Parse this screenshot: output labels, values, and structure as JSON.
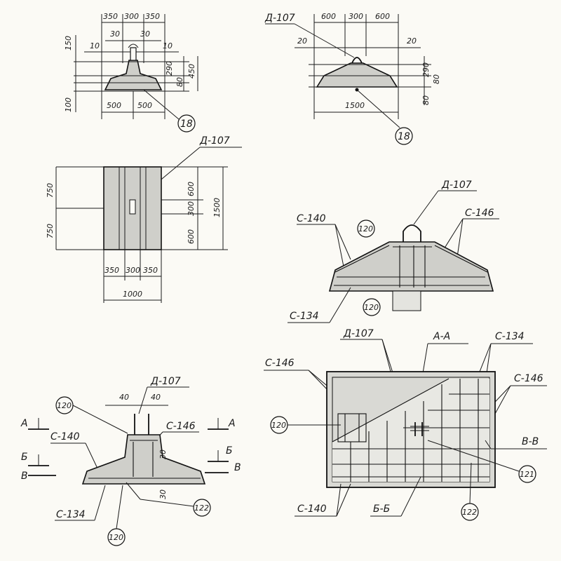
{
  "view1": {
    "dims_top": [
      "350",
      "300",
      "350"
    ],
    "dims_30": [
      "30",
      "30"
    ],
    "dims_10": [
      "10",
      "10"
    ],
    "dims_left": [
      "150",
      "100"
    ],
    "dims_right": [
      "290",
      "80",
      "450"
    ],
    "dims_bottom": [
      "500",
      "500"
    ],
    "callout": "18"
  },
  "view2": {
    "tag": "Д-107",
    "dims_top": [
      "600",
      "300",
      "600"
    ],
    "dims_20": [
      "20",
      "20"
    ],
    "dims_right": [
      "290",
      "80",
      "80"
    ],
    "dim_bottom": "1500",
    "callout": "18"
  },
  "view3": {
    "tag": "Д-107",
    "dims_left": [
      "750",
      "750"
    ],
    "dims_right": [
      "600",
      "300",
      "600"
    ],
    "dim_total": "1500",
    "dims_bottom": [
      "350",
      "300",
      "350"
    ],
    "dim_width": "1000"
  },
  "view4": {
    "tags": {
      "d107": "Д-107",
      "c140": "С-140",
      "c146": "С-146",
      "c134": "С-134"
    },
    "callouts": [
      "120",
      "120"
    ]
  },
  "view5": {
    "tags": {
      "d107": "Д-107",
      "c146": "С-146",
      "c140": "С-140",
      "c134": "С-134"
    },
    "dims": [
      "40",
      "40",
      "30",
      "30"
    ],
    "section_marks": [
      "А",
      "Б",
      "В",
      "А",
      "Б",
      "В"
    ],
    "callouts": [
      "120",
      "120",
      "122"
    ]
  },
  "view6": {
    "tags": {
      "d107": "Д-107",
      "c146a": "С-146",
      "c134": "С-134",
      "c146b": "С-146",
      "c140": "С-140"
    },
    "sections": {
      "aa": "А-А",
      "vv": "В-В",
      "bb": "Б-Б"
    },
    "callouts": [
      "120",
      "121",
      "122"
    ]
  }
}
